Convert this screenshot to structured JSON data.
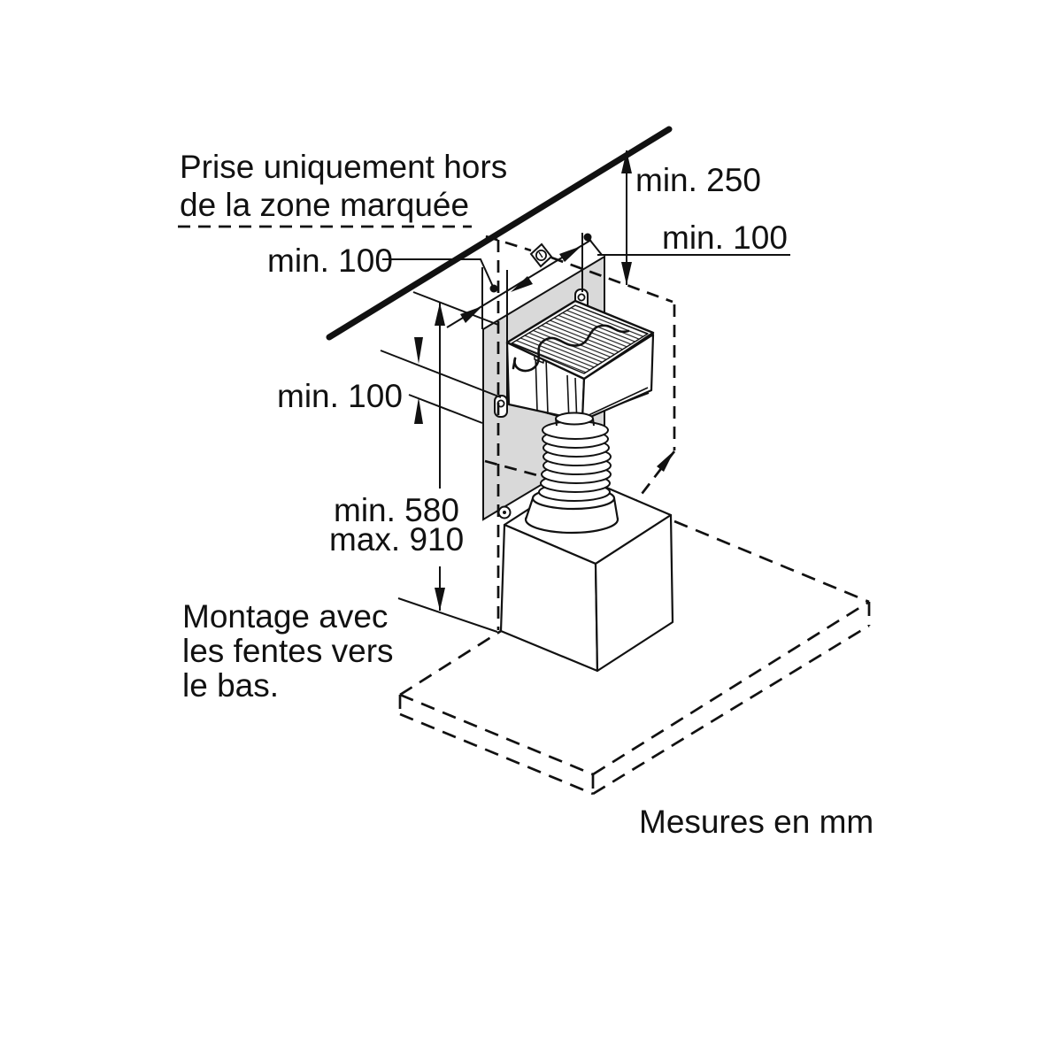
{
  "diagram": {
    "type": "installation-drawing",
    "units_note": "Mesures en mm",
    "socket_note": {
      "line1": "Prise uniquement hors",
      "line2": "de la zone marquée"
    },
    "mounting_note": {
      "line1": "Montage avec",
      "line2": "les fentes vers",
      "line3": "le bas."
    },
    "dimensions": {
      "ceiling_clearance": "min. 250",
      "right_side_clearance": "min. 100",
      "left_side_clearance": "min. 100",
      "zone_vertical_clearance": "min. 100",
      "height_min": "min. 580",
      "height_max": "max. 910"
    },
    "icons": {
      "power_outlet": "power-outlet-icon"
    },
    "colors": {
      "ink": "#111111",
      "panel_gray": "#d9d9d9",
      "background": "#ffffff"
    }
  }
}
